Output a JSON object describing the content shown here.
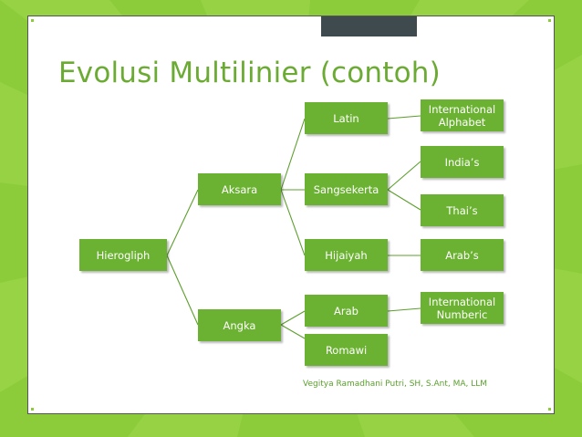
{
  "slide": {
    "title": "Evolusi Multilinier (contoh)",
    "credit": "Vegitya Ramadhani Putri, SH, S.Ant, MA, LLM"
  },
  "diagram": {
    "root": "Hierogliph",
    "level1": [
      "Aksara",
      "Angka"
    ],
    "level2": [
      "Latin",
      "Sangsekerta",
      "Hijaiyah",
      "Arab",
      "Romawi"
    ],
    "level3": [
      "International Alphabet",
      "India’s",
      "Thai’s",
      "Arab’s",
      "International Numberic"
    ]
  },
  "colors": {
    "node_fill": "#6cb232",
    "node_text": "#ffffff",
    "title": "#6bab33",
    "background": "#8ccc3a",
    "accent_bar": "#3f4a4f"
  }
}
